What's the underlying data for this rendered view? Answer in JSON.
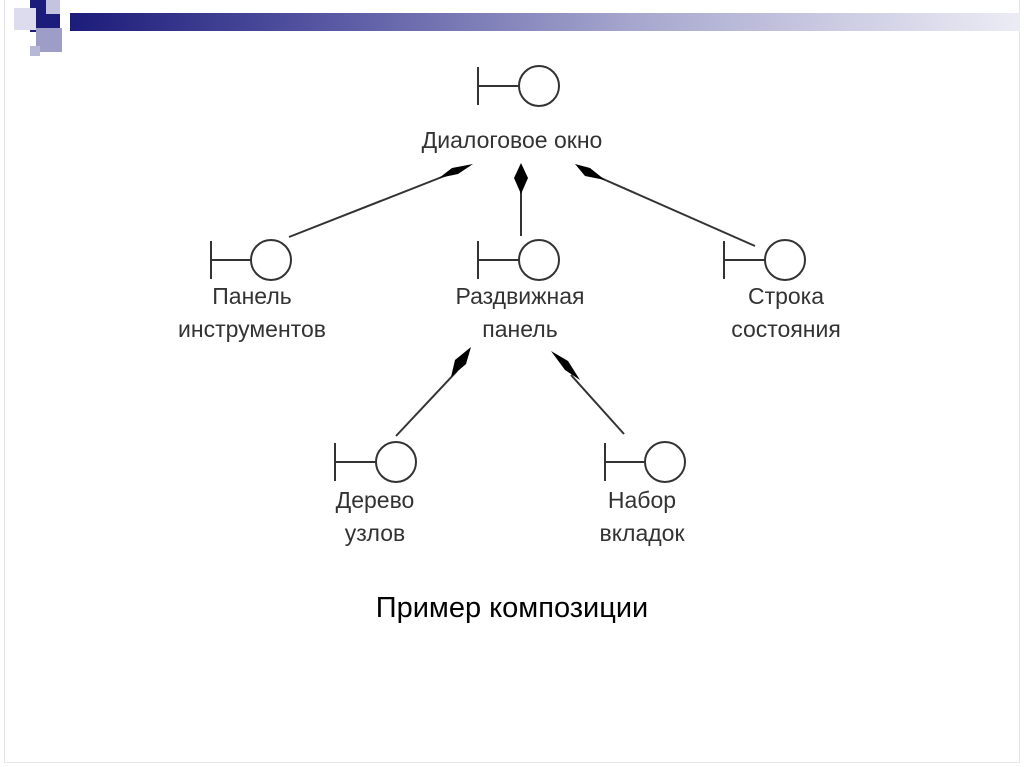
{
  "slide": {
    "caption": "Пример композиции",
    "colors": {
      "header_dark": "#1c1c7a",
      "header_mid": "#8f8fbf",
      "header_light": "#f5f5fa",
      "accent_square": "#9d9dc8",
      "line": "#333333"
    }
  },
  "diagram": {
    "nodes": [
      {
        "id": "dialog",
        "label": [
          "Диалоговое окно"
        ],
        "icon": "boundary-icon"
      },
      {
        "id": "toolbar",
        "label": [
          "Панель",
          "инструментов"
        ],
        "icon": "boundary-icon"
      },
      {
        "id": "sliding",
        "label": [
          "Раздвижная",
          "панель"
        ],
        "icon": "boundary-icon"
      },
      {
        "id": "status",
        "label": [
          "Строка",
          "состояния"
        ],
        "icon": "boundary-icon"
      },
      {
        "id": "tree",
        "label": [
          "Дерево",
          "узлов"
        ],
        "icon": "boundary-icon"
      },
      {
        "id": "tabs",
        "label": [
          "Набор",
          "вкладок"
        ],
        "icon": "boundary-icon"
      }
    ],
    "edges": [
      {
        "from": "dialog",
        "to": "toolbar",
        "type": "composition"
      },
      {
        "from": "dialog",
        "to": "sliding",
        "type": "composition"
      },
      {
        "from": "dialog",
        "to": "status",
        "type": "composition"
      },
      {
        "from": "sliding",
        "to": "tree",
        "type": "composition"
      },
      {
        "from": "sliding",
        "to": "tabs",
        "type": "composition"
      }
    ]
  }
}
